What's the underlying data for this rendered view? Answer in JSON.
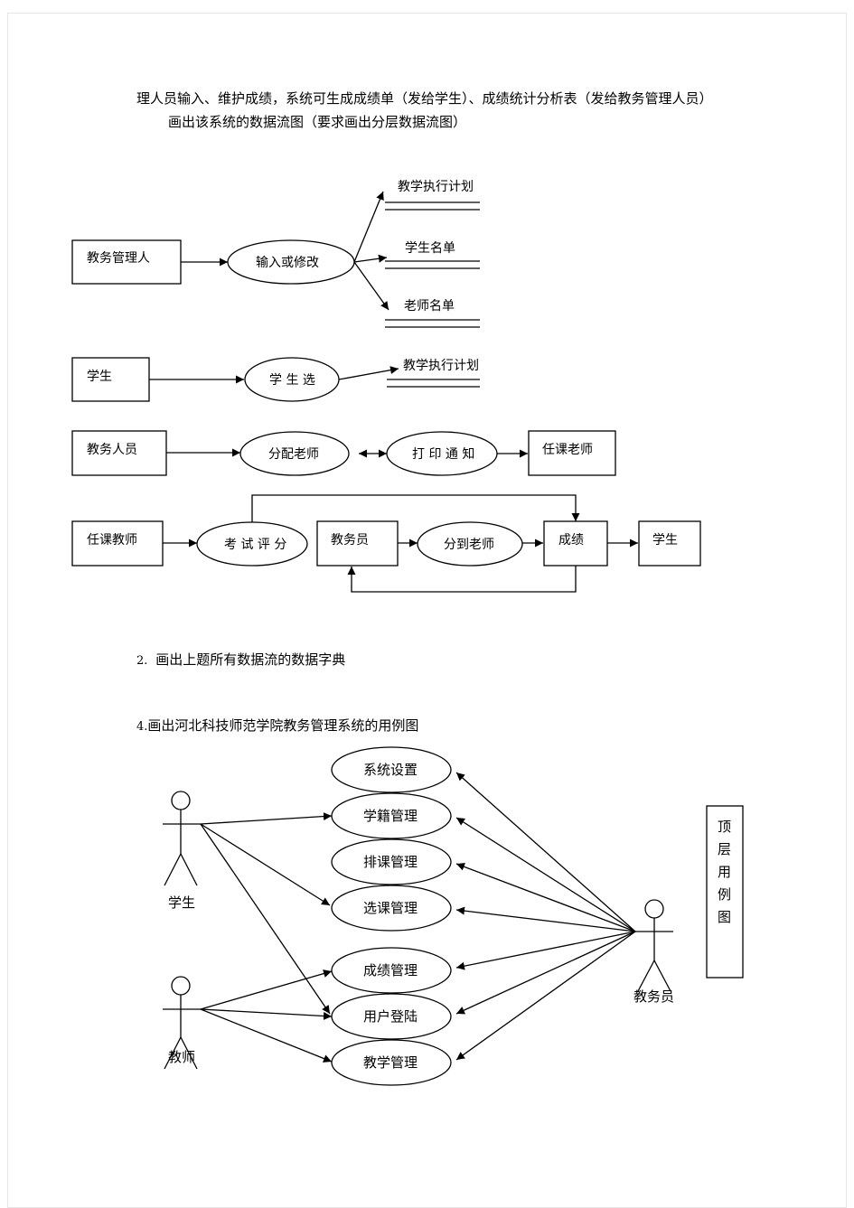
{
  "intro": {
    "line1": "理人员输入、维护成绩，系统可生成成绩单（发给学生）、成绩统计分析表（发给教务管理人员）",
    "line2": "画出该系统的数据流图（要求画出分层数据流图）"
  },
  "dfd": {
    "entities": {
      "admin": "教务管理人",
      "student": "学生",
      "staff": "教务人员",
      "course_teacher": "任课老师",
      "course_teacher2": "任课教师",
      "clerk": "教务员",
      "grades": "成绩",
      "student2": "学生"
    },
    "processes": {
      "input_edit": "输入或修改",
      "student_select": "学 生 选",
      "assign_teacher": "分配老师",
      "print_notice": "打 印 通 知",
      "exam_grading": "考 试 评 分",
      "assign_to_teacher": "分到老师"
    },
    "stores": {
      "plan1": "教学执行计划",
      "student_list": "学生名单",
      "teacher_list": "老师名单",
      "plan2": "教学执行计划"
    }
  },
  "q2": {
    "number": "2.",
    "text": "画出上题所有数据流的数据字典"
  },
  "q4": {
    "number": "4.",
    "text": "画出河北科技师范学院教务管理系统的用例图"
  },
  "usecase": {
    "actors": {
      "student": "学生",
      "teacher": "教师",
      "clerk": "教务员"
    },
    "cases": [
      "系统设置",
      "学籍管理",
      "排课管理",
      "选课管理",
      "成绩管理",
      "用户登陆",
      "教学管理"
    ],
    "title_chars": [
      "顶",
      "层",
      "用",
      "例",
      "图"
    ]
  }
}
